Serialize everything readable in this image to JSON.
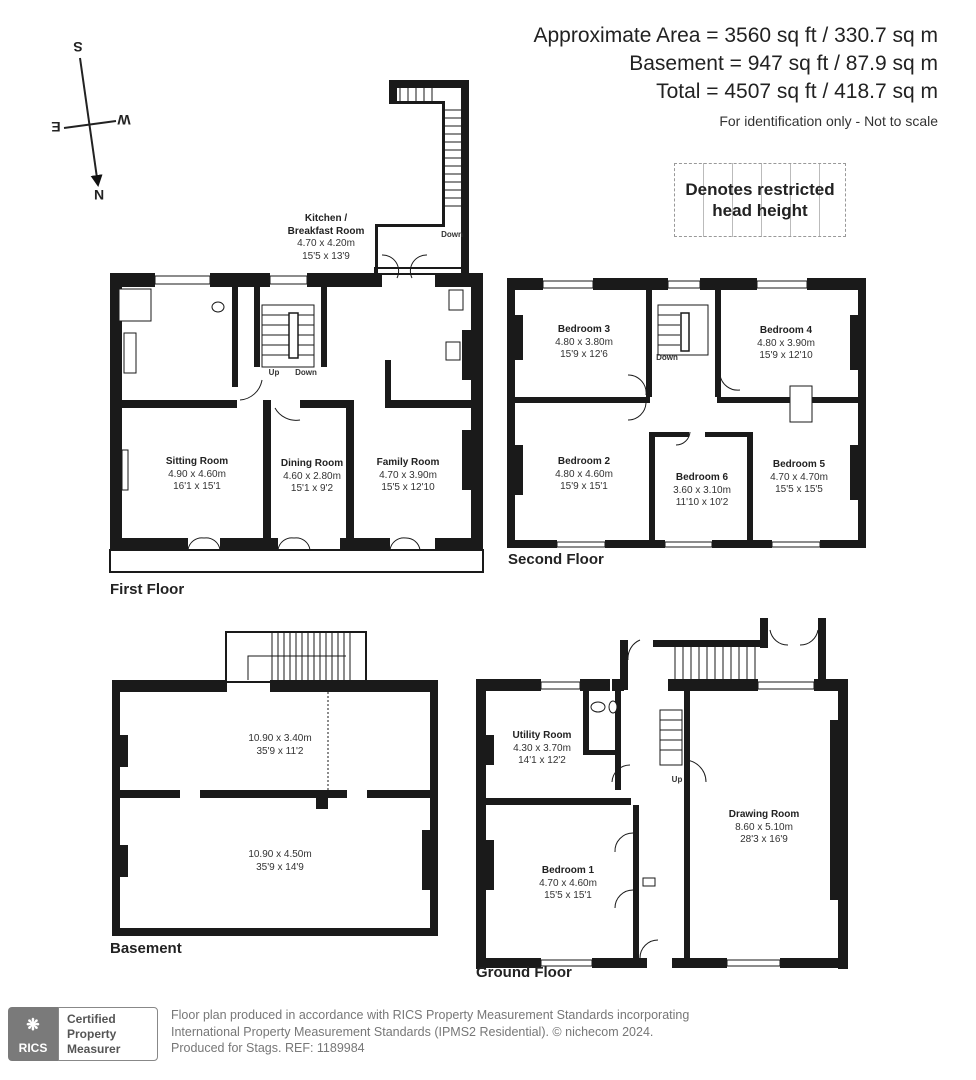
{
  "header": {
    "approx_area": "Approximate Area = 3560 sq ft / 330.7 sq m",
    "basement_area": "Basement = 947 sq ft / 87.9 sq m",
    "total_area": "Total = 4507 sq ft / 418.7 sq m",
    "note": "For identification only - Not to scale"
  },
  "legend": {
    "line1": "Denotes restricted",
    "line2": "head height"
  },
  "compass": {
    "north": "N",
    "south": "S",
    "east": "E",
    "west": "W"
  },
  "floors": {
    "first": {
      "label": "First Floor",
      "stair_labels": {
        "up": "Up",
        "down": "Down",
        "external_down": "Down"
      },
      "rooms": [
        {
          "name": "Kitchen /",
          "name2": "Breakfast Room",
          "metric": "4.70 x 4.20m",
          "imperial": "15'5 x 13'9"
        },
        {
          "name": "Sitting Room",
          "metric": "4.90 x 4.60m",
          "imperial": "16'1 x 15'1"
        },
        {
          "name": "Dining Room",
          "metric": "4.60 x 2.80m",
          "imperial": "15'1 x 9'2"
        },
        {
          "name": "Family Room",
          "metric": "4.70 x 3.90m",
          "imperial": "15'5 x 12'10"
        }
      ]
    },
    "second": {
      "label": "Second Floor",
      "stair_labels": {
        "down": "Down"
      },
      "rooms": [
        {
          "name": "Bedroom 3",
          "metric": "4.80 x 3.80m",
          "imperial": "15'9 x 12'6"
        },
        {
          "name": "Bedroom 4",
          "metric": "4.80 x 3.90m",
          "imperial": "15'9 x 12'10"
        },
        {
          "name": "Bedroom 2",
          "metric": "4.80 x 4.60m",
          "imperial": "15'9 x 15'1"
        },
        {
          "name": "Bedroom 6",
          "metric": "3.60 x 3.10m",
          "imperial": "11'10 x 10'2"
        },
        {
          "name": "Bedroom 5",
          "metric": "4.70 x 4.70m",
          "imperial": "15'5 x 15'5"
        }
      ]
    },
    "basement": {
      "label": "Basement",
      "rooms": [
        {
          "metric": "10.90 x 3.40m",
          "imperial": "35'9 x 11'2"
        },
        {
          "metric": "10.90 x 4.50m",
          "imperial": "35'9 x 14'9"
        }
      ]
    },
    "ground": {
      "label": "Ground Floor",
      "stair_labels": {
        "up": "Up"
      },
      "rooms": [
        {
          "name": "Utility Room",
          "metric": "4.30 x 3.70m",
          "imperial": "14'1 x 12'2"
        },
        {
          "name": "Bedroom 1",
          "metric": "4.70 x 4.60m",
          "imperial": "15'5 x 15'1"
        },
        {
          "name": "Drawing Room",
          "metric": "8.60 x 5.10m",
          "imperial": "28'3 x 16'9"
        }
      ]
    }
  },
  "footer": {
    "logo_text": "RICS",
    "cert_line1": "Certified",
    "cert_line2": "Property",
    "cert_line3": "Measurer",
    "text_line1": "Floor plan produced in accordance with RICS Property Measurement Standards incorporating",
    "text_line2": "International Property Measurement Standards (IPMS2 Residential).   © nichecom 2024.",
    "text_line3": "Produced for Stags.   REF: 1189984"
  },
  "colors": {
    "wall": "#1a1a1a",
    "text": "#222222",
    "footer_text": "#777777",
    "logo_bg": "#7a7a7a"
  }
}
